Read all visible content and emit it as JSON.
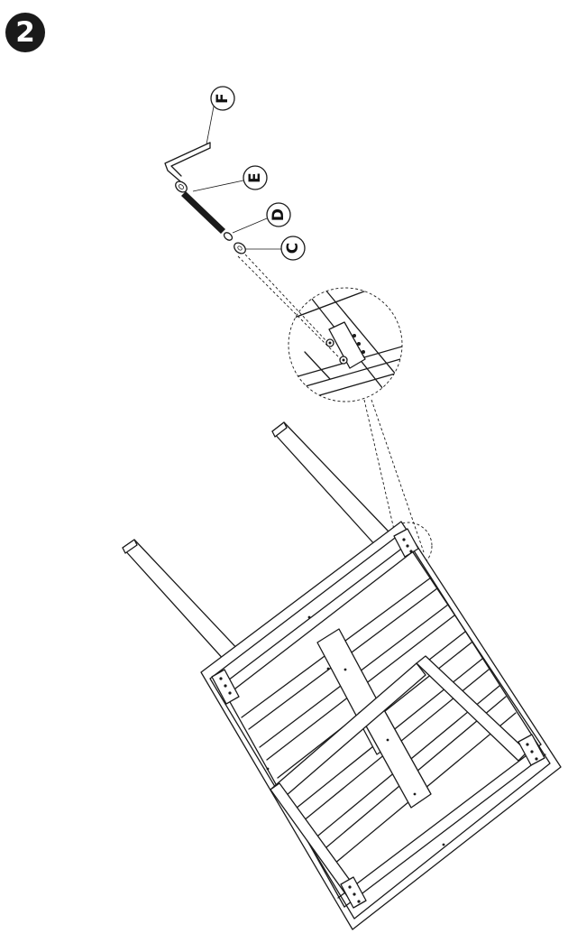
{
  "step": {
    "number": "2"
  },
  "parts": [
    {
      "id": "F",
      "label": "F",
      "name": "allen-key"
    },
    {
      "id": "E",
      "label": "E",
      "name": "bolt"
    },
    {
      "id": "D",
      "label": "D",
      "name": "spring-washer"
    },
    {
      "id": "C",
      "label": "C",
      "name": "flat-washer"
    }
  ],
  "colors": {
    "ink": "#1a1a1a",
    "paper": "#ffffff",
    "badge": "#1a1a1a"
  }
}
